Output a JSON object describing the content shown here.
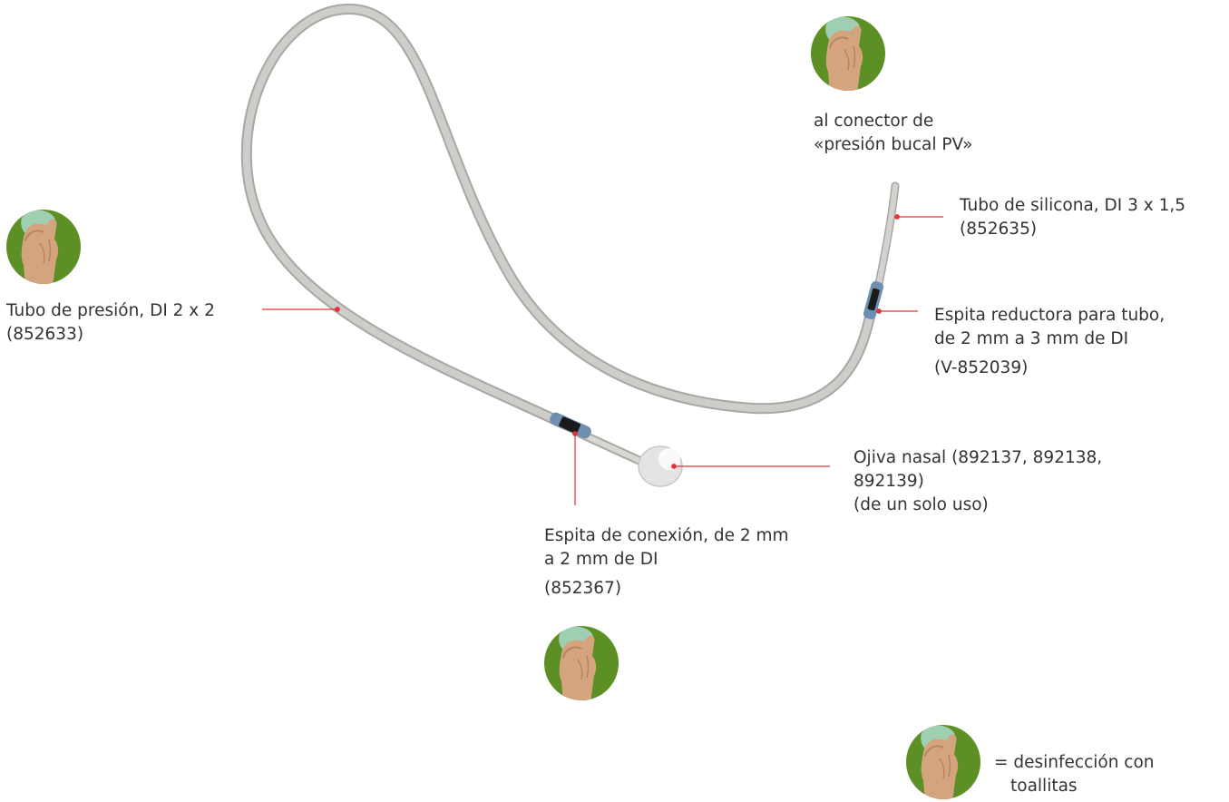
{
  "colors": {
    "tube": "#c9c7c3",
    "tube_edge": "#a9a7a3",
    "leader": "#e53238",
    "badge_green": "#5c8f24",
    "hand": "#d4a47f",
    "wipe": "#9fcfb3"
  },
  "icons": [
    "disinfection-wipe-icon"
  ],
  "labels": {
    "connector_note": [
      "al conector de",
      "«presión bucal PV»"
    ],
    "silicone_tube": [
      "Tubo de silicona, DI 3 x 1,5",
      "(852635)"
    ],
    "pressure_tube": [
      "Tubo de presión, DI 2 x 2",
      "(852633)"
    ],
    "reducer_spigot": [
      "Espita reductora para tubo,",
      "de 2 mm a 3 mm de DI",
      "(V-852039)"
    ],
    "nasal_tip": [
      "Ojiva nasal (892137, 892138,",
      "892139)",
      "(de un solo uso)"
    ],
    "connection_spigot": [
      "Espita de conexión, de 2 mm",
      "a 2 mm de DI",
      "(852367)"
    ]
  },
  "legend": {
    "text": [
      "= desinfección con",
      "toallitas"
    ]
  }
}
